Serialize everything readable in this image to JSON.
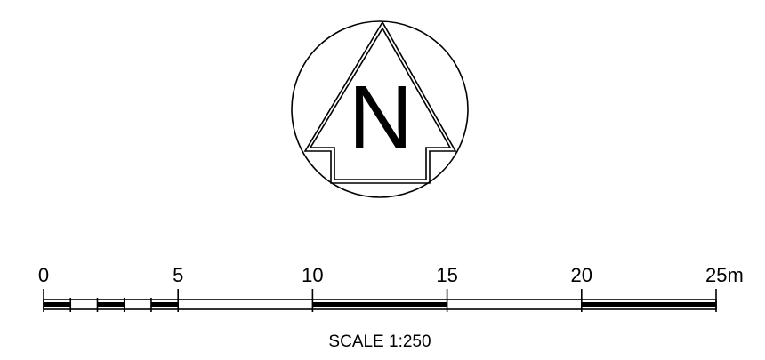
{
  "north_arrow": {
    "letter": "N"
  },
  "scale_bar": {
    "ticks": [
      {
        "value": 0,
        "label": "0"
      },
      {
        "value": 5,
        "label": "5"
      },
      {
        "value": 10,
        "label": "10"
      },
      {
        "value": 15,
        "label": "15"
      },
      {
        "value": 20,
        "label": "20"
      },
      {
        "value": 25,
        "label": "25m"
      }
    ],
    "minor_ticks": [
      1,
      2,
      3,
      4
    ],
    "filled_segments": [
      [
        0,
        1
      ],
      [
        2,
        3
      ],
      [
        4,
        5
      ],
      [
        10,
        15
      ],
      [
        20,
        25
      ]
    ],
    "range": [
      0,
      25
    ],
    "caption": "SCALE 1:250"
  },
  "colors": {
    "ink": "#000000",
    "background": "#ffffff"
  }
}
